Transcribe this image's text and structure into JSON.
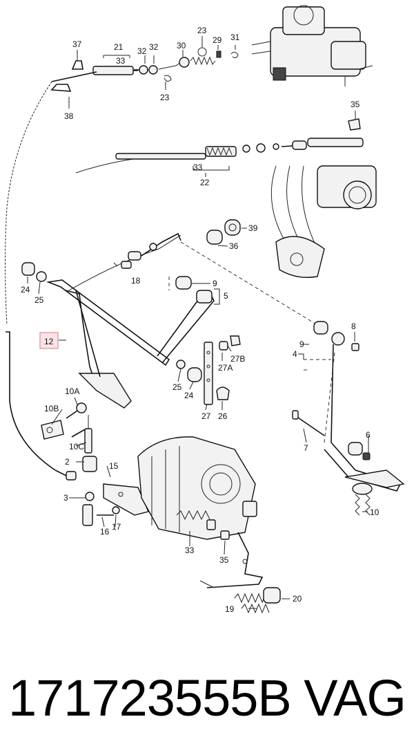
{
  "footer": {
    "part_number": "171723555B",
    "brand": "VAG"
  },
  "callouts": {
    "c37": "37",
    "c21": "21",
    "c33a": "33",
    "c32a": "32",
    "c32b": "32",
    "c30": "30",
    "c23a": "23",
    "c29": "29",
    "c31": "31",
    "c23b": "23",
    "c38": "38",
    "c35a": "35",
    "c33b": "33",
    "c22": "22",
    "c39": "39",
    "c36": "36",
    "c18": "18",
    "c9a": "9",
    "c5": "5",
    "c24a": "24",
    "c25a": "25",
    "c12": "12",
    "c8": "8",
    "c9b": "9",
    "c4": "4",
    "c27b": "27B",
    "c27a": "27A",
    "c25b": "25",
    "c24b": "24",
    "c27": "27",
    "c26": "26",
    "c10a": "10A",
    "c10b": "10B",
    "c10c": "10C",
    "c7": "7",
    "c6": "6",
    "c2": "2",
    "c15": "15",
    "c3": "3",
    "c10": "10",
    "c16": "16",
    "c17": "17",
    "c33c": "33",
    "c35b": "35",
    "c20": "20",
    "c19": "19"
  }
}
